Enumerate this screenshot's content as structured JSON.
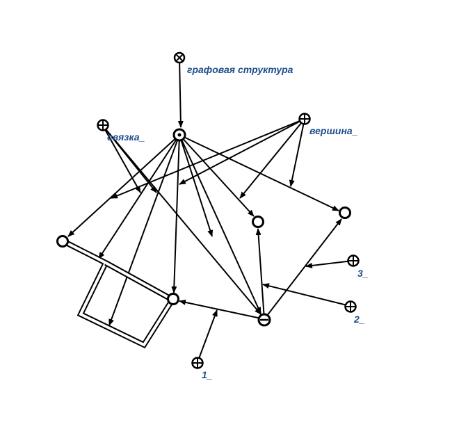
{
  "colors": {
    "line": "#000000",
    "label": "#1f4e8c",
    "background": "#ffffff"
  },
  "labels": {
    "graph_structure": "графовая структура",
    "connection": "связка_",
    "vertex": "вершина_",
    "role_1": "1_",
    "role_2": "2_",
    "role_3": "3_"
  }
}
